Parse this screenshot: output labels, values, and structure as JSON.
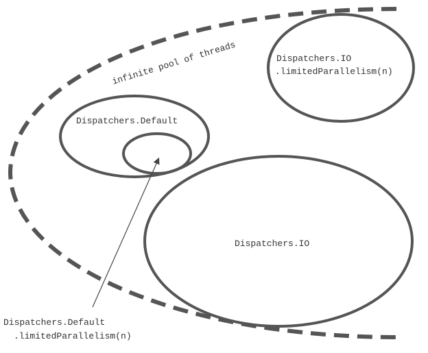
{
  "labels": {
    "pool": "infinite pool of threads",
    "io_limited_line1": "Dispatchers.IO",
    "io_limited_line2": ".limitedParallelism(n)",
    "default": "Dispatchers.Default",
    "io": "Dispatchers.IO",
    "default_limited_line1": "Dispatchers.Default",
    "default_limited_line2": ".limitedParallelism(n)"
  },
  "colors": {
    "stroke": "#555555",
    "text": "#333333"
  }
}
